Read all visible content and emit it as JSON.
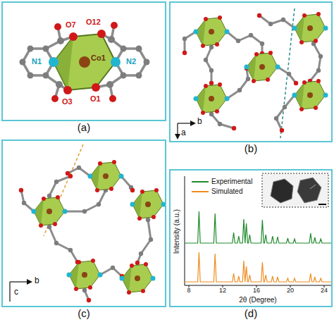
{
  "diagram": {
    "nodes": [
      {
        "text": [
          "(a)"
        ]
      },
      {
        "text": [
          "(b)"
        ]
      },
      {
        "text": [
          "(c)"
        ]
      },
      {
        "text": [
          "(d)"
        ]
      }
    ],
    "labels": [
      "N1",
      "Co1",
      "O12",
      "O7",
      "N2",
      "O3",
      "O1",
      "a",
      "b",
      "b",
      "c",
      "8",
      "12",
      "16",
      "20",
      "24",
      "Intensity (a.u.)",
      "2θ (Degree)"
    ],
    "legend": [
      {
        "text": "Experimental"
      },
      {
        "text": "Simulated"
      }
    ]
  }
}
